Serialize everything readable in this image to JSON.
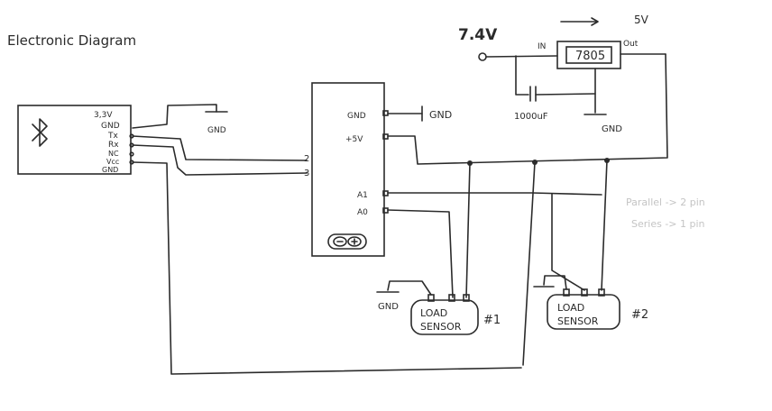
{
  "title": "Electronic Diagram",
  "supply": {
    "voltage_label": "7.4V",
    "in_label": "IN",
    "out_label": "Out",
    "regulator_label": "7805",
    "output_label": "5V",
    "capacitor_label": "1000uF",
    "gnd_label": "GND"
  },
  "bluetooth": {
    "icon": "bluetooth-icon",
    "pins": [
      "3,3V",
      "GND",
      "Tx",
      "Rx",
      "NC",
      "Vcc",
      "GND"
    ],
    "gnd_label": "GND"
  },
  "arduino": {
    "left_pins": [
      "2",
      "3"
    ],
    "right_pins": [
      "GND",
      "+5V",
      "A1",
      "A0"
    ],
    "gnd_label": "GND",
    "logo": "infinity-logo"
  },
  "sensors": [
    {
      "line1": "LOAD",
      "line2": "SENSOR",
      "tag": "#1",
      "gnd_label": "GND"
    },
    {
      "line1": "LOAD",
      "line2": "SENSOR",
      "tag": "#2"
    }
  ],
  "notes": [
    "Parallel -> 2 pin",
    "Series -> 1 pin"
  ]
}
